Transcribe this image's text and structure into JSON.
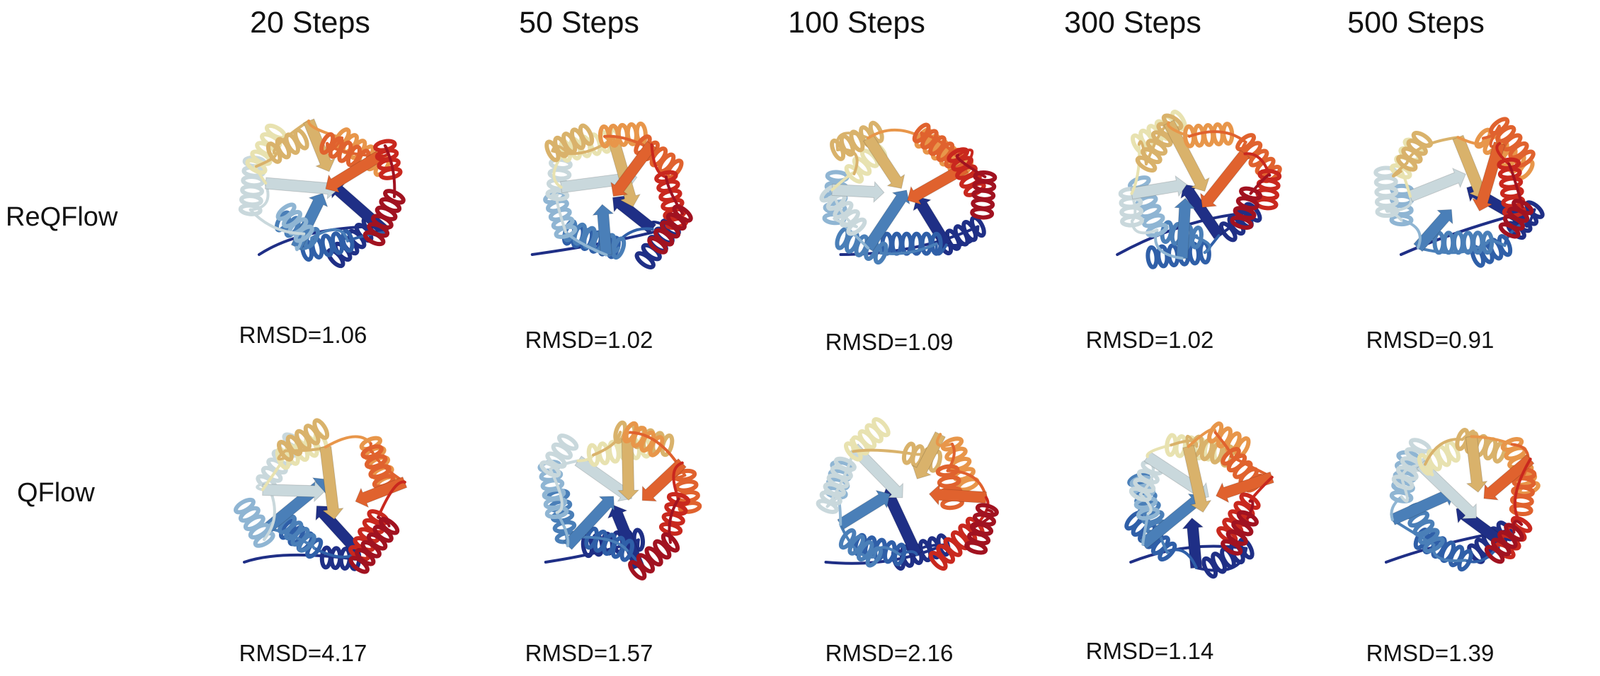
{
  "columns": [
    "20 Steps",
    "50 Steps",
    "100 Steps",
    "300 Steps",
    "500 Steps"
  ],
  "rows": [
    {
      "label": "ReQFlow",
      "rmsd": [
        "RMSD=1.06",
        "RMSD=1.02",
        "RMSD=1.09",
        "RMSD=1.02",
        "RMSD=0.91"
      ]
    },
    {
      "label": "QFlow",
      "rmsd": [
        "RMSD=4.17",
        "RMSD=1.57",
        "RMSD=2.16",
        "RMSD=1.14",
        "RMSD=1.39"
      ]
    }
  ],
  "palette": [
    "#1f2f86",
    "#2f5fa8",
    "#4a7fb8",
    "#8fb5d3",
    "#c9d8dc",
    "#e8e2b0",
    "#d9b26b",
    "#e8964a",
    "#e0622e",
    "#c9281e",
    "#a11220"
  ]
}
